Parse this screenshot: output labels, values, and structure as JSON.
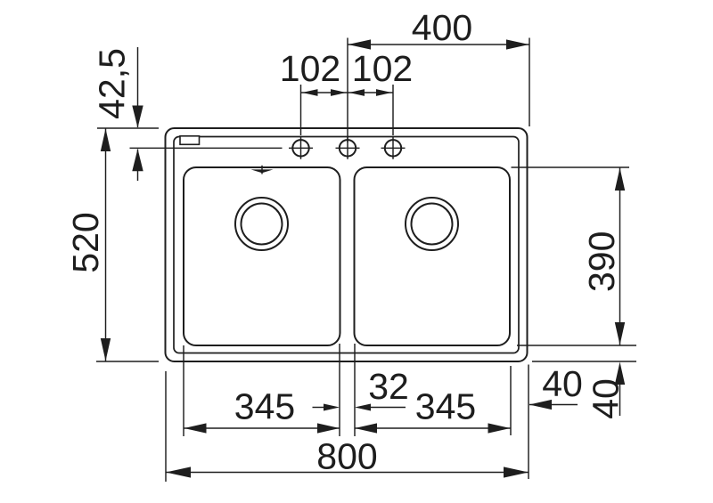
{
  "drawing": {
    "type": "technical-dimension-drawing",
    "subject": "double-bowl inset sink, top view",
    "line_color": "#1e1e1e",
    "background": "#ffffff"
  },
  "dimensions": {
    "overall_width": "800",
    "overall_depth": "520",
    "faucet_line_offset": "42,5",
    "hole_spacing_left": "102",
    "hole_spacing_right": "102",
    "hole_to_right_edge": "400",
    "left_bowl_width": "345",
    "right_bowl_width": "345",
    "bowl_gap": "32",
    "bowl_depth": "390",
    "right_clearance": "40",
    "bottom_clearance": "40"
  }
}
